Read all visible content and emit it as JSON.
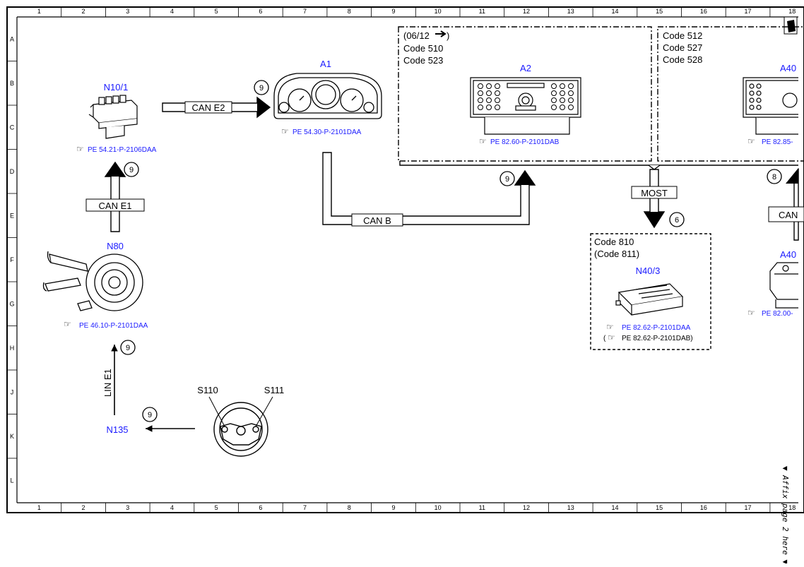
{
  "grid": {
    "cols": [
      "1",
      "2",
      "3",
      "4",
      "5",
      "6",
      "7",
      "8",
      "9",
      "10",
      "11",
      "12",
      "13",
      "14",
      "15",
      "16",
      "17",
      "18"
    ],
    "rows": [
      "A",
      "B",
      "C",
      "D",
      "E",
      "F",
      "G",
      "H",
      "J",
      "K",
      "L"
    ]
  },
  "components": {
    "n10_1": {
      "label": "N10/1",
      "ref": "PE 54.21-P-2106DAA"
    },
    "a1": {
      "label": "A1",
      "ref": "PE 54.30-P-2101DAA"
    },
    "a2": {
      "label": "A2",
      "ref": "PE 82.60-P-2101DAB"
    },
    "a40_top": {
      "label": "A40",
      "ref": "PE 82.85-"
    },
    "n80": {
      "label": "N80",
      "ref": "PE 46.10-P-2101DAA"
    },
    "n40_3": {
      "label": "N40/3",
      "ref": "PE 82.62-P-2101DAA",
      "ref2": "(",
      "ref2b": "PE 82.62-P-2101DAB)"
    },
    "a40_bot": {
      "label": "A40",
      "ref": "PE 82.00-"
    },
    "n135": {
      "label": "N135"
    },
    "s110": {
      "label": "S110"
    },
    "s111": {
      "label": "S111"
    }
  },
  "codes": {
    "box_a2": [
      "(06/12",
      ")",
      "Code 510",
      "Code 523"
    ],
    "box_a40": [
      "Code 512",
      "Code 527",
      "Code 528"
    ],
    "box_n40": [
      "Code 810",
      "(Code 811)"
    ]
  },
  "buses": {
    "can_e2": "CAN E2",
    "can_e1": "CAN E1",
    "can_b": "CAN B",
    "most": "MOST",
    "lin_e1": "LIN E1",
    "can_partial": "CAN"
  },
  "badges": {
    "b1": "9",
    "b2": "9",
    "b3": "9",
    "b4": "9",
    "b5": "9",
    "b6": "6",
    "b7": "8"
  },
  "margin_note": "▼ Affix page 2 here ▼"
}
